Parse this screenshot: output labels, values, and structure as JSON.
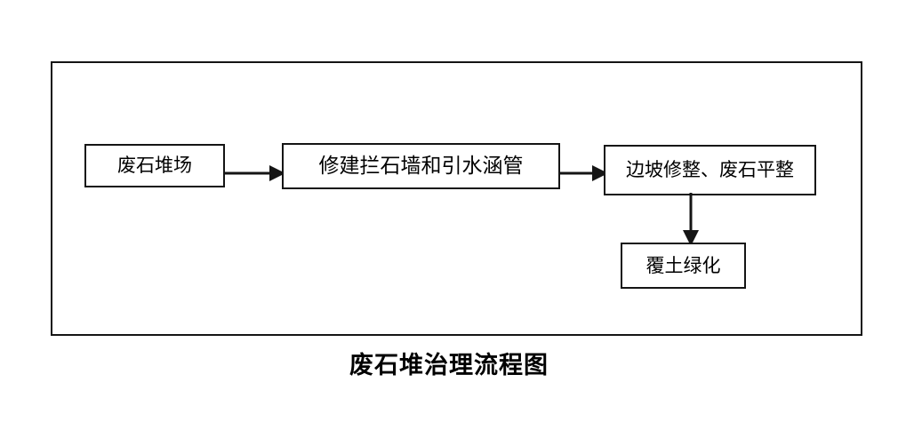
{
  "diagram": {
    "caption": "废石堆治理流程图",
    "frame": {
      "label": "flowchart-outer-frame"
    },
    "nodes": [
      {
        "id": "waste-rock-dump",
        "label": "废石堆场"
      },
      {
        "id": "build-wall-culvert",
        "label": "修建拦石墙和引水涵管"
      },
      {
        "id": "slope-leveling",
        "label": "边坡修整、废石平整"
      },
      {
        "id": "soil-greening",
        "label": "覆土绿化"
      }
    ],
    "connectors": [
      {
        "id": "dump-to-wall",
        "from": "waste-rock-dump",
        "to": "build-wall-culvert",
        "direction": "right"
      },
      {
        "id": "wall-to-slope",
        "from": "build-wall-culvert",
        "to": "slope-leveling",
        "direction": "right"
      },
      {
        "id": "slope-to-greening",
        "from": "slope-leveling",
        "to": "soil-greening",
        "direction": "down"
      }
    ],
    "colors": {
      "stroke": "#151515",
      "fill": "#ffffff",
      "text": "#000000"
    }
  }
}
